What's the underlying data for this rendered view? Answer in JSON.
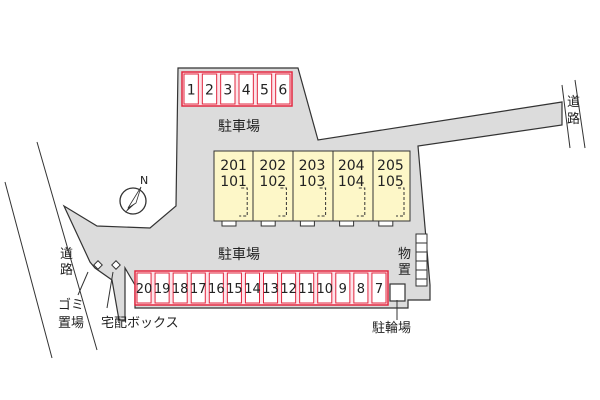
{
  "labels": {
    "parking_top": "駐車場",
    "parking_bottom": "駐車場",
    "road_left": "道路",
    "road_right": "道路",
    "garbage": "ゴミ置場",
    "delivery_box": "宅配ボックス",
    "storage": "物置",
    "bicycle": "駐輪場",
    "north": "N"
  },
  "parking_top_row": [
    "1",
    "2",
    "3",
    "4",
    "5",
    "6"
  ],
  "parking_bottom_row": [
    "20",
    "19",
    "18",
    "17",
    "16",
    "15",
    "14",
    "13",
    "12",
    "11",
    "10",
    "9",
    "8",
    "7"
  ],
  "units": [
    {
      "upper": "201",
      "lower": "101"
    },
    {
      "upper": "202",
      "lower": "102"
    },
    {
      "upper": "203",
      "lower": "103"
    },
    {
      "upper": "204",
      "lower": "104"
    },
    {
      "upper": "205",
      "lower": "105"
    }
  ],
  "colors": {
    "ground": "#dcdcdc",
    "building": "#fdf7c8",
    "parking_fill": "#fde4ea",
    "parking_border": "#e2273f",
    "line": "#333333"
  }
}
